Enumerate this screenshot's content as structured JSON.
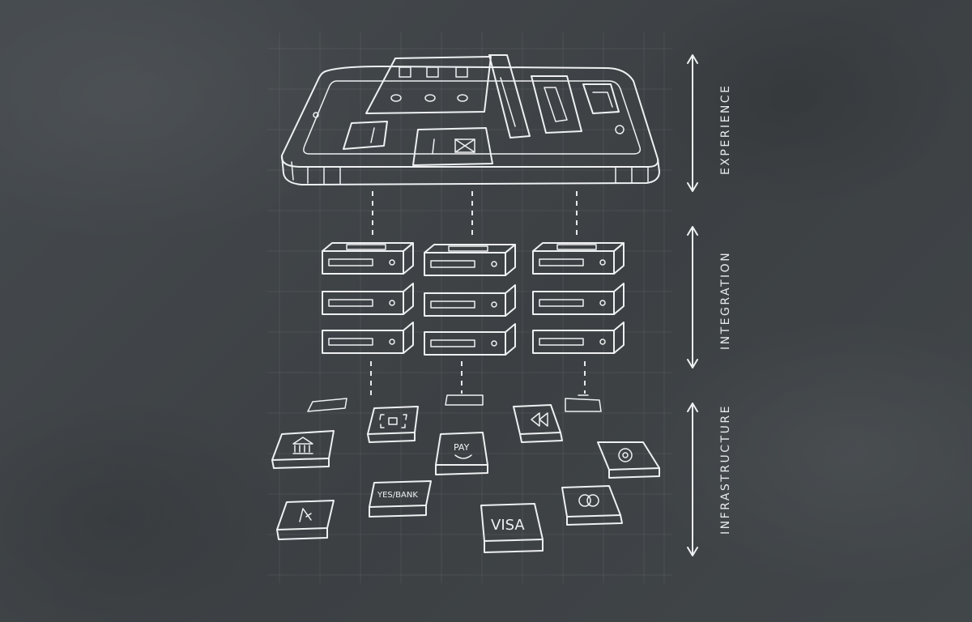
{
  "layers": [
    {
      "label": "EXPERIENCE"
    },
    {
      "label": "INTEGRATION"
    },
    {
      "label": "INFRASTRUCTURE"
    }
  ],
  "tiles": {
    "pay": "PAY",
    "yes_bank": "YES/BANK",
    "visa": "VISA"
  },
  "icons": [
    "bank-icon",
    "scan-icon",
    "pay-icon",
    "rewind-icon",
    "wallet-icon",
    "yes-bank-icon",
    "visa-icon",
    "mastercard-icon",
    "mail-icon"
  ],
  "colors": {
    "board": "#3f4346",
    "chalk": "#eef0f1"
  }
}
